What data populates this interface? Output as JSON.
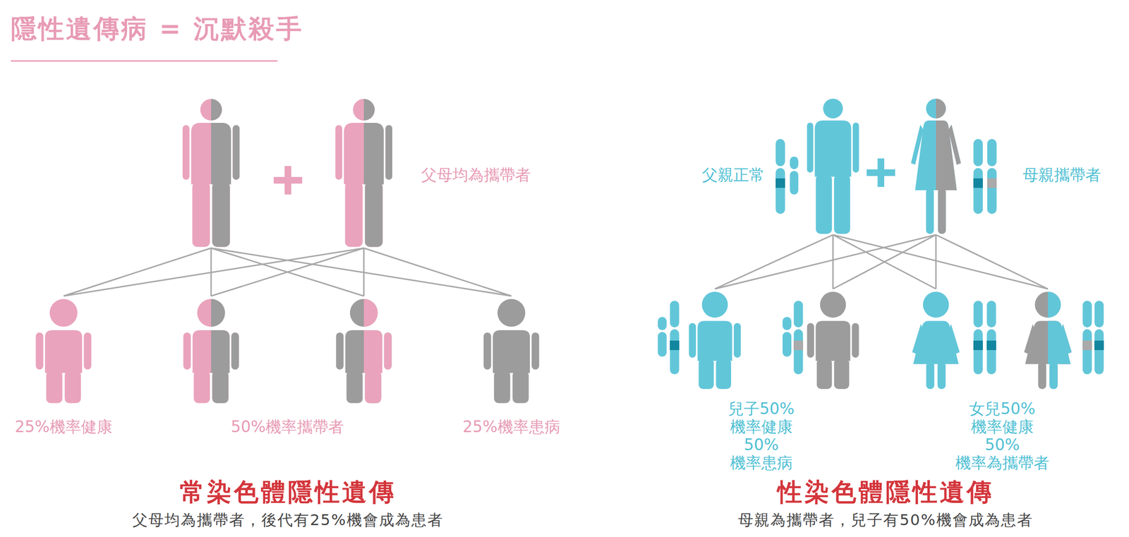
{
  "diagram": {
    "title": "隱性遺傳病 = 沉默殺手",
    "nodes": [
      {
        "text": [
          "父母均為攜帶者"
        ]
      },
      {
        "text": [
          "25%機率健康"
        ]
      },
      {
        "text": [
          "50%機率攜帶者"
        ]
      },
      {
        "text": [
          "25%機率患病"
        ]
      },
      {
        "text": [
          "父親正常"
        ]
      },
      {
        "text": [
          "母親攜帶者"
        ]
      },
      {
        "text": [
          "兒子50%機率健康 50%機率患病"
        ]
      },
      {
        "text": [
          "女兒50%機率健康 50%機率為攜帶者"
        ]
      }
    ],
    "edges": [
      {
        "from": 0,
        "to": 1,
        "arrow": "none"
      },
      {
        "from": 0,
        "to": 2,
        "arrow": "none"
      },
      {
        "from": 0,
        "to": 3,
        "arrow": "none"
      },
      {
        "from": 4,
        "to": 6,
        "arrow": "none"
      },
      {
        "from": 4,
        "to": 7,
        "arrow": "none"
      },
      {
        "from": 5,
        "to": 6,
        "arrow": "none"
      },
      {
        "from": 5,
        "to": 7,
        "arrow": "none"
      }
    ],
    "labels": [
      "常染色體隱性遺傳",
      "父母均為攜帶者，後代有25%機會成為患者",
      "性染色體隱性遺傳",
      "母親為攜帶者，兒子有50%機會成為患者"
    ]
  }
}
